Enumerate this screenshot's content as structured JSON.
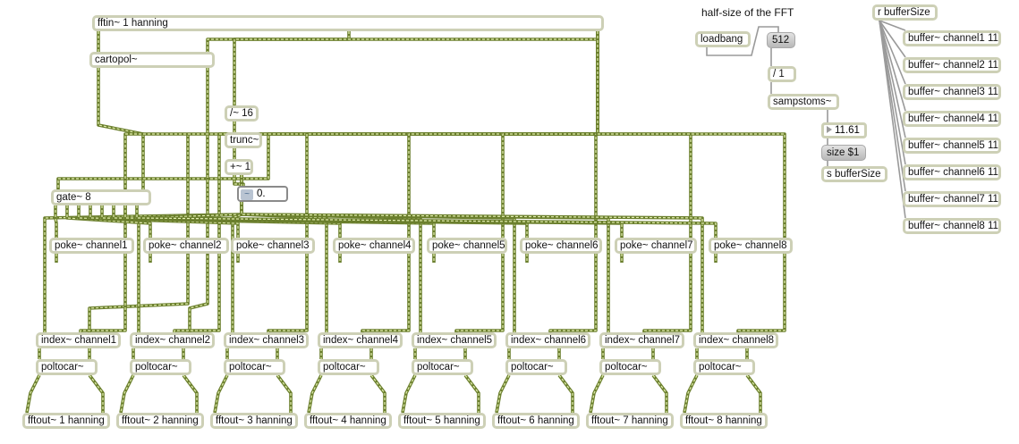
{
  "colors": {
    "signal_cord": "#6b7f2d",
    "signal_dash": "#e3efb0",
    "control_cord": "#9a9a9a",
    "object_border": "#cdd0b6"
  },
  "comment": {
    "text": "half-size of the FFT"
  },
  "top": {
    "fftin": "fftin~ 1 hanning",
    "cartopol": "cartopol~",
    "div16": "/~ 16",
    "trunc": "trunc~",
    "plus1": "+~ 1",
    "sig_value": "0.",
    "gate": "gate~ 8"
  },
  "control": {
    "loadbang": "loadbang",
    "size_msg": "512",
    "div1": "/ 1",
    "sampstoms": "sampstoms~",
    "ms_value": "11.61",
    "size_msg2": "size $1",
    "send": "s bufferSize",
    "receive": "r bufferSize"
  },
  "buffers": [
    "buffer~ channel1 11",
    "buffer~ channel2 11",
    "buffer~ channel3 11",
    "buffer~ channel4 11",
    "buffer~ channel5 11",
    "buffer~ channel6 11",
    "buffer~ channel7 11",
    "buffer~ channel8 11"
  ],
  "pokes": [
    "poke~ channel1",
    "poke~ channel2",
    "poke~ channel3",
    "poke~ channel4",
    "poke~ channel5",
    "poke~ channel6",
    "poke~ channel7",
    "poke~ channel8"
  ],
  "indexes": [
    "index~ channel1",
    "index~ channel2",
    "index~ channel3",
    "index~ channel4",
    "index~ channel5",
    "index~ channel6",
    "index~ channel7",
    "index~ channel8"
  ],
  "poltocar": [
    "poltocar~",
    "poltocar~",
    "poltocar~",
    "poltocar~",
    "poltocar~",
    "poltocar~",
    "poltocar~",
    "poltocar~"
  ],
  "fftouts": [
    "fftout~ 1 hanning",
    "fftout~ 2 hanning",
    "fftout~ 3 hanning",
    "fftout~ 4 hanning",
    "fftout~ 5 hanning",
    "fftout~ 6 hanning",
    "fftout~ 7 hanning",
    "fftout~ 8 hanning"
  ]
}
